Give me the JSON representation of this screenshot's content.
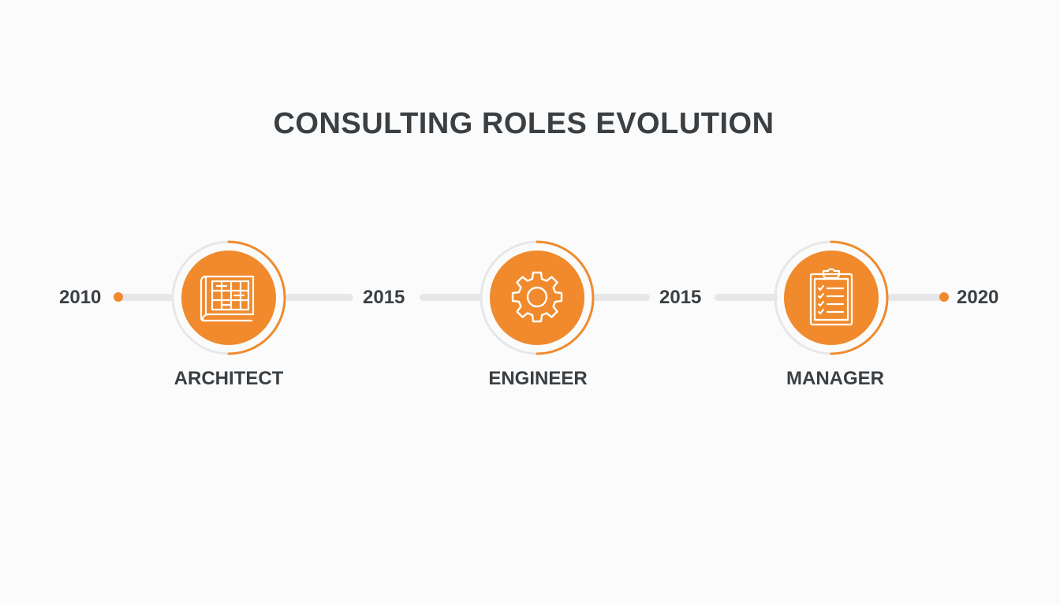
{
  "title": "CONSULTING ROLES EVOLUTION",
  "colors": {
    "accent": "#f08a2c",
    "text": "#3a3f43",
    "track": "#e6e7e9",
    "ring": "#e6e7e9",
    "background": "#fbfbfb"
  },
  "timeline": {
    "years": [
      "2010",
      "2015",
      "2015",
      "2020"
    ],
    "roles": [
      {
        "label": "ARCHITECT",
        "icon": "blueprint-icon"
      },
      {
        "label": "ENGINEER",
        "icon": "gear-icon"
      },
      {
        "label": "MANAGER",
        "icon": "clipboard-checklist-icon"
      }
    ]
  }
}
